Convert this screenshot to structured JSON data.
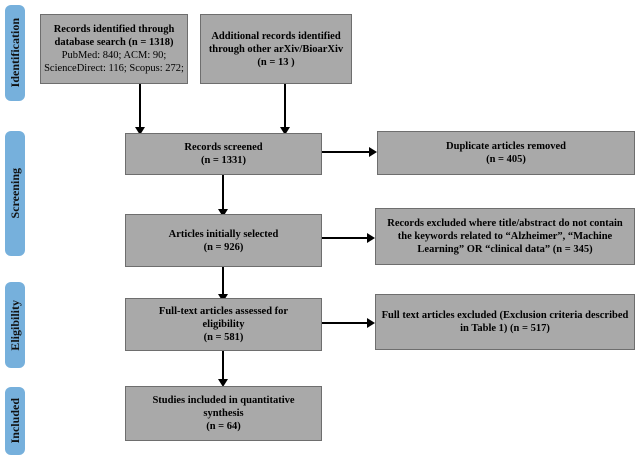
{
  "diagram": {
    "title": "PRISMA study selection flow diagram",
    "colors": {
      "stage_tab": "#76b0dc",
      "box_fill": "#a9a9a9",
      "box_border": "#6e6e6e",
      "connector": "#000000",
      "background": "#ffffff"
    }
  },
  "stages": [
    {
      "label": "Identification"
    },
    {
      "label": "Screening"
    },
    {
      "label": "Eligibility"
    },
    {
      "label": "Included"
    }
  ],
  "boxes": {
    "identified_database": {
      "lines": [
        "Records identified through",
        "database search (n = 1318)",
        "PubMed: 840; ACM: 90;",
        "ScienceDirect: 116; Scopus: 272;"
      ]
    },
    "identified_other": {
      "lines": [
        "Additional records identified",
        "through other arXiv/BioarXiv",
        "(n =  13 )"
      ]
    },
    "records_screened": {
      "lines": [
        "Records screened",
        "(n = 1331)"
      ]
    },
    "duplicates_removed": {
      "lines": [
        "Duplicate articles removed",
        "(n = 405)"
      ]
    },
    "articles_selected": {
      "lines": [
        "Articles initially selected",
        "(n = 926)"
      ]
    },
    "records_excluded_keywords": {
      "text": "Records excluded where title/abstract do not contain the keywords related to “Alzheimer”, “Machine Learning”  OR “clinical data” (n = 345)"
    },
    "fulltext_assessed": {
      "lines": [
        "Full-text articles assessed for",
        "eligibility",
        "(n = 581)"
      ]
    },
    "fulltext_excluded": {
      "text": "Full text articles excluded (Exclusion criteria described in Table 1) (n = 517)"
    },
    "studies_included": {
      "lines": [
        "Studies included in quantitative",
        "synthesis",
        "(n = 64)"
      ]
    }
  },
  "chart_data": {
    "type": "diagram",
    "title": "PRISMA flow diagram of study selection",
    "stages": [
      "Identification",
      "Screening",
      "Eligibility",
      "Included"
    ],
    "nodes": [
      {
        "id": "identified_database",
        "stage": "Identification",
        "label": "Records identified through database search",
        "n": 1318,
        "breakdown": {
          "PubMed": 840,
          "ACM": 90,
          "ScienceDirect": 116,
          "Scopus": 272
        }
      },
      {
        "id": "identified_other",
        "stage": "Identification",
        "label": "Additional records identified through other arXiv/BioarXiv",
        "n": 13
      },
      {
        "id": "records_screened",
        "stage": "Screening",
        "label": "Records screened",
        "n": 1331
      },
      {
        "id": "duplicates_removed",
        "stage": "Screening",
        "label": "Duplicate articles removed",
        "n": 405
      },
      {
        "id": "articles_selected",
        "stage": "Screening",
        "label": "Articles initially selected",
        "n": 926
      },
      {
        "id": "records_excluded_keywords",
        "stage": "Screening",
        "label": "Records excluded where title/abstract do not contain the keywords related to “Alzheimer”, “Machine Learning” OR “clinical data”",
        "n": 345
      },
      {
        "id": "fulltext_assessed",
        "stage": "Eligibility",
        "label": "Full-text articles assessed for eligibility",
        "n": 581
      },
      {
        "id": "fulltext_excluded",
        "stage": "Eligibility",
        "label": "Full text articles excluded (Exclusion criteria described in Table 1)",
        "n": 517
      },
      {
        "id": "studies_included",
        "stage": "Included",
        "label": "Studies included in quantitative synthesis",
        "n": 64
      }
    ],
    "edges": [
      {
        "from": "identified_database",
        "to": "records_screened"
      },
      {
        "from": "identified_other",
        "to": "records_screened"
      },
      {
        "from": "records_screened",
        "to": "duplicates_removed"
      },
      {
        "from": "records_screened",
        "to": "articles_selected"
      },
      {
        "from": "articles_selected",
        "to": "records_excluded_keywords"
      },
      {
        "from": "articles_selected",
        "to": "fulltext_assessed"
      },
      {
        "from": "fulltext_assessed",
        "to": "fulltext_excluded"
      },
      {
        "from": "fulltext_assessed",
        "to": "studies_included"
      }
    ]
  }
}
